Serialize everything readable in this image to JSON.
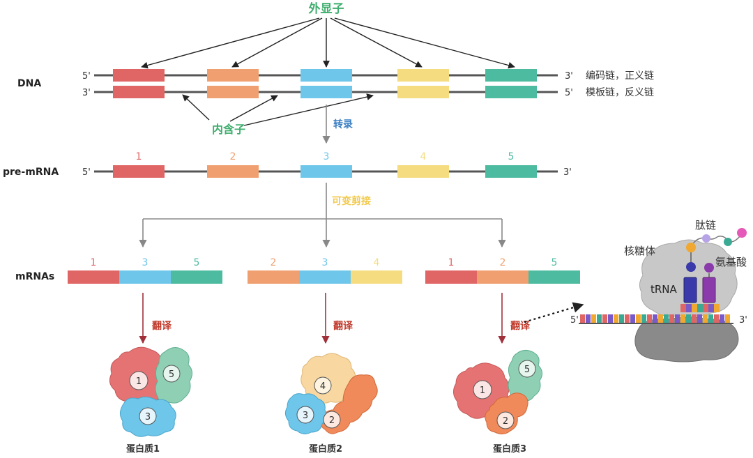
{
  "labels": {
    "exon": "外显子",
    "intron": "内含子",
    "dna": "DNA",
    "coding_strand": "编码链，正义链",
    "template_strand": "模板链，反义链",
    "transcription": "转录",
    "pre_mrna": "pre-mRNA",
    "alt_splicing": "可变剪接",
    "mrnas": "mRNAs",
    "translation": "翻译",
    "ribosome": "核糖体",
    "peptide": "肽链",
    "amino_acid": "氨基酸",
    "trna": "tRNA",
    "five_prime": "5'",
    "three_prime": "3'"
  },
  "exons": [
    {
      "id": "1",
      "color": "#e06666"
    },
    {
      "id": "2",
      "color": "#f0a070"
    },
    {
      "id": "3",
      "color": "#6ec6ea"
    },
    {
      "id": "4",
      "color": "#f5dc80"
    },
    {
      "id": "5",
      "color": "#4dbba0"
    }
  ],
  "mrnas": [
    {
      "exons": [
        "1",
        "3",
        "5"
      ],
      "protein": "蛋白质1"
    },
    {
      "exons": [
        "2",
        "3",
        "4"
      ],
      "protein": "蛋白质2"
    },
    {
      "exons": [
        "1",
        "2",
        "5"
      ],
      "protein": "蛋白质3"
    }
  ],
  "colors": {
    "exon_label": "#3fae6e",
    "transcription": "#3a7fc4",
    "alt_splicing": "#f2c94c",
    "translation": "#c0392b",
    "strand": "#555555"
  }
}
